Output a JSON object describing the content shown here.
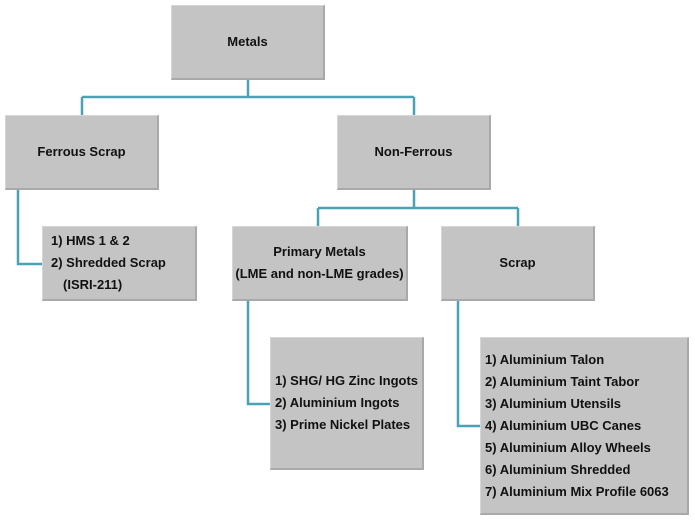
{
  "diagram": {
    "root": "Metals",
    "ferrous": {
      "label": "Ferrous Scrap",
      "items": [
        "1) HMS 1 & 2",
        "2) Shredded Scrap",
        "(ISRI-211)"
      ]
    },
    "non_ferrous": {
      "label": "Non-Ferrous",
      "primary": {
        "line1": "Primary Metals",
        "line2": "(LME and non-LME grades)",
        "items": [
          "1) SHG/ HG Zinc Ingots",
          "2) Aluminium Ingots",
          "3) Prime Nickel Plates"
        ]
      },
      "scrap": {
        "label": "Scrap",
        "items": [
          "1) Aluminium Talon",
          "2) Aluminium Taint Tabor",
          "3) Aluminium Utensils",
          "4) Aluminium UBC Canes",
          "5) Aluminium Alloy Wheels",
          "6) Aluminium Shredded",
          "7) Aluminium Mix Profile 6063"
        ]
      }
    },
    "colors": {
      "box": "#c4c4c4",
      "connector": "#4aa3b5",
      "text": "#111111"
    }
  }
}
